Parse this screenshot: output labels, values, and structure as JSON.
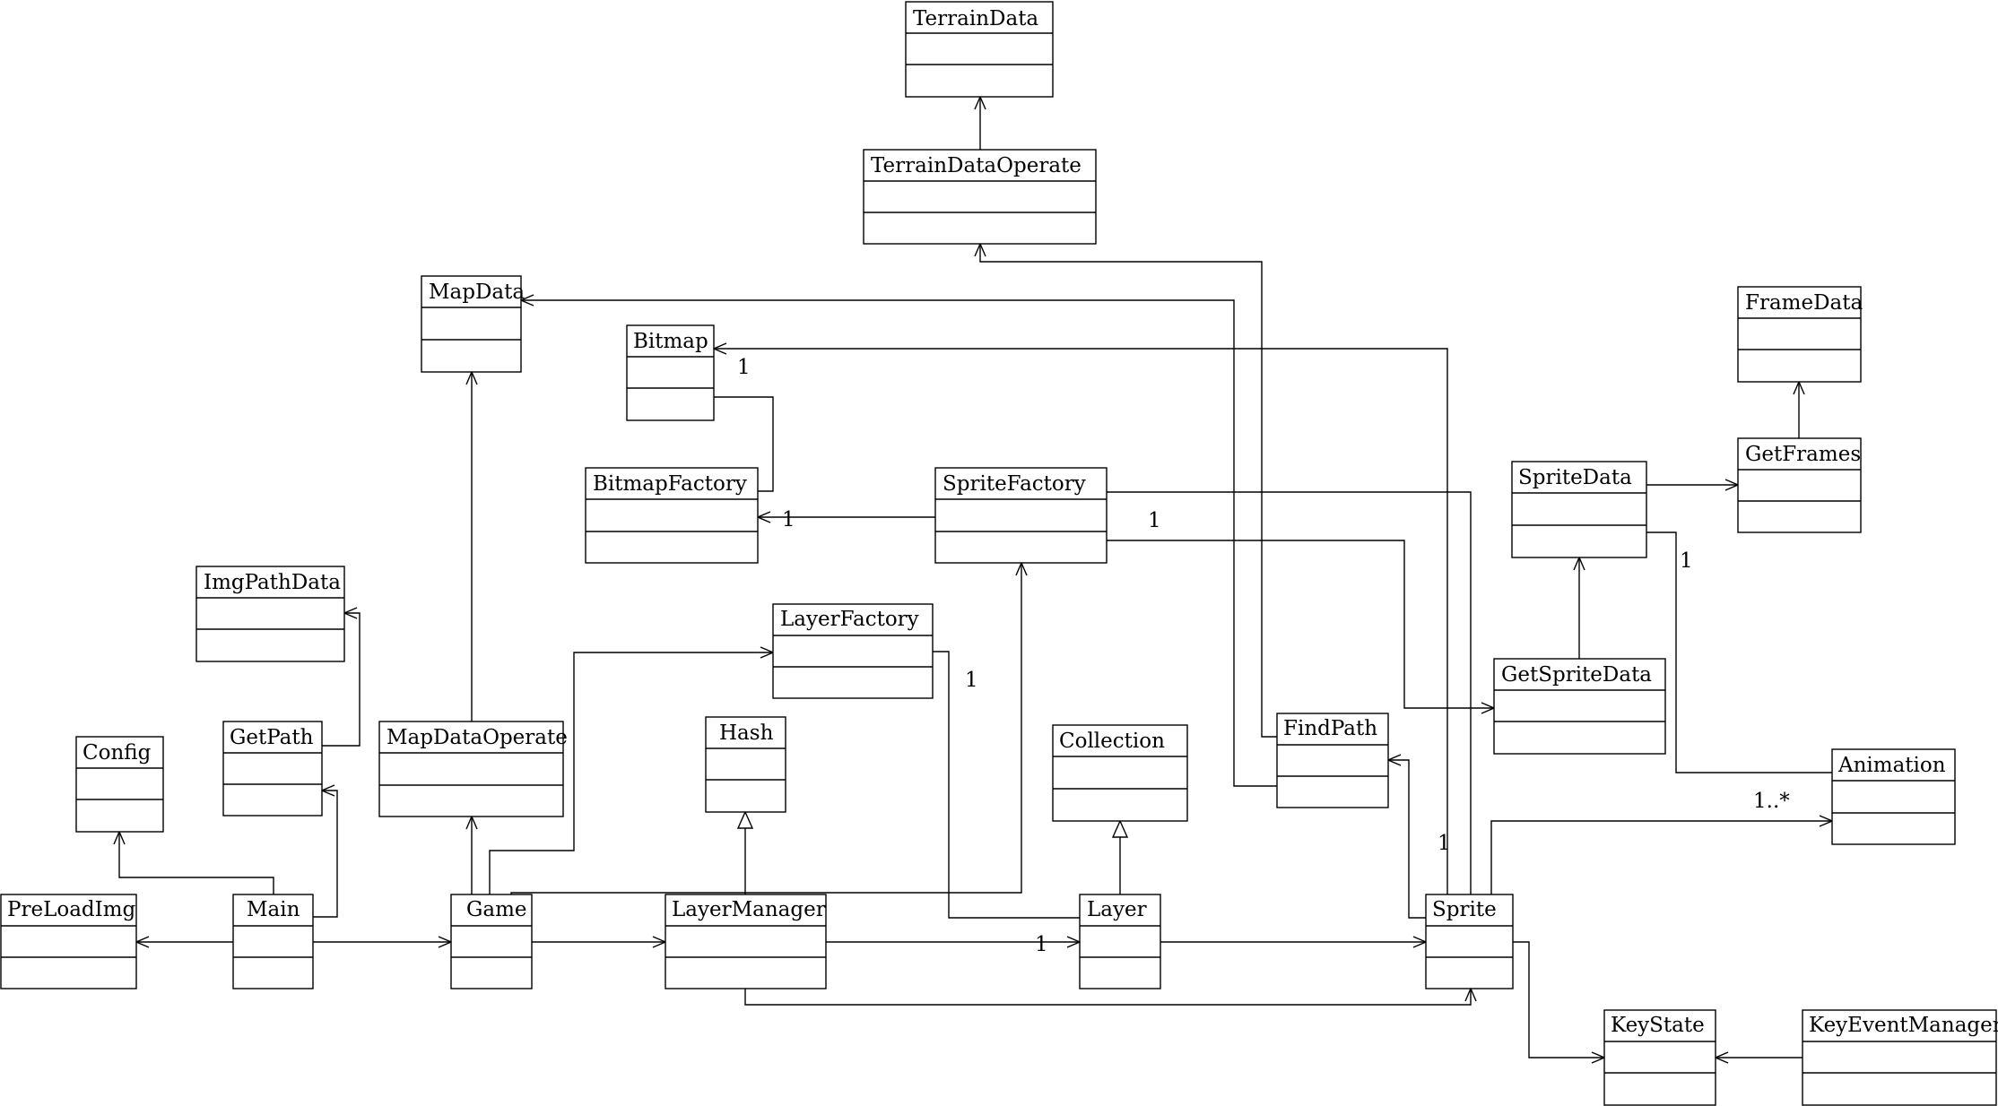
{
  "classes": {
    "terrain_data": "TerrainData",
    "terrain_data_operate": "TerrainDataOperate",
    "map_data": "MapData",
    "bitmap": "Bitmap",
    "frame_data": "FrameData",
    "bitmap_factory": "BitmapFactory",
    "sprite_factory": "SpriteFactory",
    "sprite_data": "SpriteData",
    "get_frames": "GetFrames",
    "img_path_data": "ImgPathData",
    "layer_factory": "LayerFactory",
    "get_sprite_data": "GetSpriteData",
    "hash": "Hash",
    "collection": "Collection",
    "find_path": "FindPath",
    "config": "Config",
    "get_path": "GetPath",
    "map_data_operate": "MapDataOperate",
    "animation": "Animation",
    "pre_load_img": "PreLoadImg",
    "main": "Main",
    "game": "Game",
    "layer_manager": "LayerManager",
    "layer": "Layer",
    "sprite": "Sprite",
    "key_state": "KeyState",
    "key_event_manager": "KeyEventManager"
  },
  "multiplicities": {
    "bitmap_to_factory": "1",
    "factory_to_bitmap_factory": "1",
    "sprite_factory_to_sprite": "1",
    "sprite_data_to_animation": "1",
    "layer_factory_to_layer": "1",
    "layer_manager_to_layer": "1",
    "sprite_to_sprite_factory": "1",
    "sprite_to_animation": "1..*"
  }
}
